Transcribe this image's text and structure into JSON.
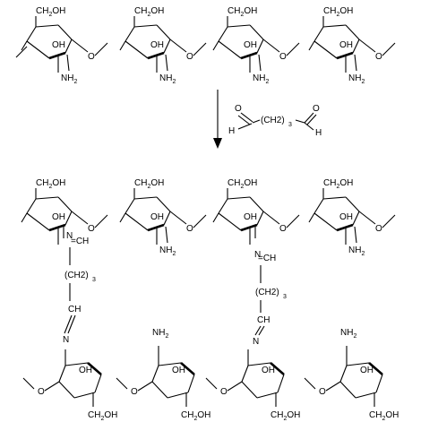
{
  "top_chain": {
    "units": [
      {
        "ch2oh": "CH2OH",
        "oh": "OH",
        "nh2": "NH2"
      },
      {
        "ch2oh": "CH2OH",
        "oh": "OH",
        "nh2": "NH2"
      },
      {
        "ch2oh": "CH2OH",
        "oh": "OH",
        "nh2": "NH2"
      },
      {
        "ch2oh": "CH2OH",
        "oh": "OH",
        "nh2": "NH2"
      }
    ],
    "link_o": "O"
  },
  "reagent": {
    "formula_main": "(CH2)",
    "formula_sub": "3",
    "h": "H",
    "o": "O"
  },
  "product": {
    "upper_units": [
      {
        "ch2oh": "CH2OH",
        "oh": "OH",
        "group": "N"
      },
      {
        "ch2oh": "CH2OH",
        "oh": "OH",
        "group": "NH2"
      },
      {
        "ch2oh": "CH2OH",
        "oh": "OH",
        "group": "N"
      },
      {
        "ch2oh": "CH2OH",
        "oh": "OH",
        "group": "NH2"
      }
    ],
    "lower_units": [
      {
        "ch2oh": "CH2OH",
        "oh": "OH",
        "group": "N"
      },
      {
        "ch2oh": "CH2OH",
        "oh": "OH",
        "group": "NH2"
      },
      {
        "ch2oh": "CH2OH",
        "oh": "OH",
        "group": "N"
      },
      {
        "ch2oh": "CH2OH",
        "oh": "OH",
        "group": "NH2"
      }
    ],
    "crosslink": {
      "ch_top": "=CH",
      "linker_main": "(CH2)",
      "linker_sub": "3",
      "ch_bottom": "CH",
      "n": "N"
    },
    "link_o": "O"
  }
}
